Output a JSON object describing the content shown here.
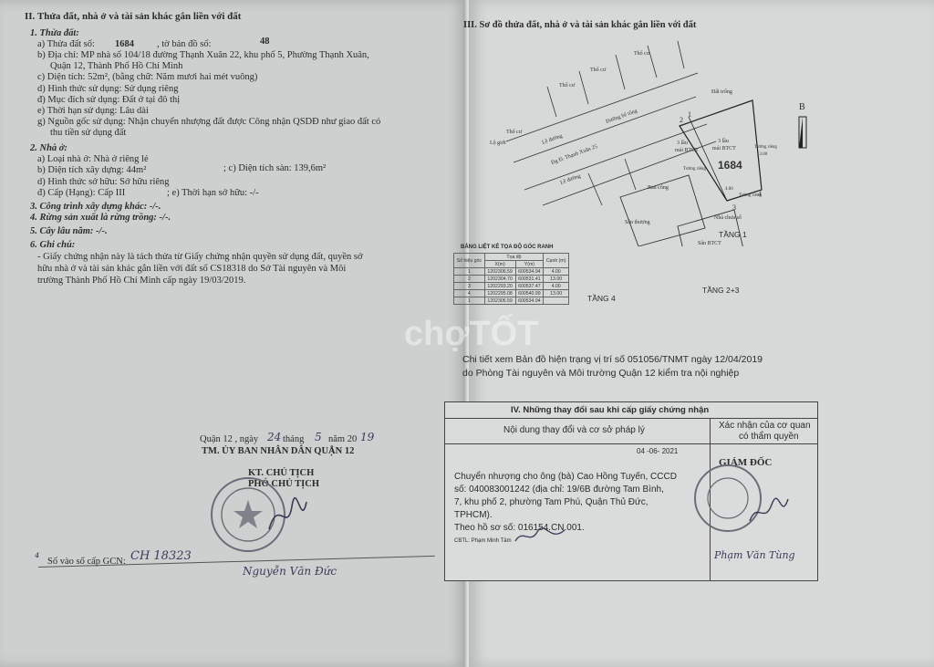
{
  "left": {
    "section2_title": "II. Thửa đất, nhà ở và tài sản khác gắn liền với đất",
    "land_header": "1. Thửa đất:",
    "land_a_label": "a) Thửa đất số:",
    "land_a_value": "1684",
    "land_a_sheet_label": ", tờ bản đồ số:",
    "land_a_sheet_value": "48",
    "land_b1": "b) Địa chỉ:  MP nhà số 104/18 đường Thạnh Xuân 22, khu phố 5, Phường Thạnh Xuân,",
    "land_b2": "Quận 12, Thành Phố Hồ Chí Minh",
    "land_c": "c) Diện tích:          52m², (bằng chữ: Năm mươi hai mét vuông)",
    "land_d": "d) Hình thức sử dụng:   Sử dụng riêng",
    "land_e": "đ) Mục đích sử dụng:    Đất ở tại đô thị",
    "land_f": "e) Thời hạn sử dụng:    Lâu dài",
    "land_g1": "g) Nguồn gốc sử dụng:  Nhận chuyển nhượng đất được Công nhận QSDĐ như giao đất có",
    "land_g2": "thu tiền sử dụng đất",
    "house_header": "2. Nhà ở:",
    "house_a": "a) Loại nhà ở:           Nhà ở riêng lẻ",
    "house_b": "b) Diện tích xây dựng:   44m²",
    "house_c": "; c) Diện tích sàn:   139,6m²",
    "house_d": "d) Hình thức sở hữu:     Sở hữu riêng",
    "house_e": "đ) Cấp (Hạng):  Cấp III",
    "house_f": "; e) Thời hạn sở hữu:    -/-",
    "other_construction": "3. Công trình xây dựng khác: -/-.",
    "forest": "4. Rừng sản xuất là rừng trồng: -/-.",
    "perennial": "5. Cây lâu năm:  -/-.",
    "note_header": "6. Ghi chú:",
    "note1": "- Giấy chứng nhận này là tách thửa từ Giấy chứng nhận quyền sử dụng đất, quyền sở",
    "note2": "hữu nhà ở và tài sản khác gắn liền với đất số CS18318 do Sở Tài nguyên và Môi",
    "note3": "trường Thành Phố Hồ Chí Minh cấp ngày 19/03/2019.",
    "date_prefix": "Quận 12 ,  ngày",
    "date_day": "24",
    "date_month_label": "tháng",
    "date_month": "5",
    "date_year_label": "năm 20",
    "date_year": "19",
    "org": "TM. ỦY BAN NHÂN DÂN QUẬN 12",
    "role1": "KT. CHỦ TỊCH",
    "role2": "PHÓ CHỦ TỊCH",
    "signer": "Nguyễn Văn Đức",
    "registry_label": "Số vào sổ cấp GCN:",
    "registry_value": "CH 18323"
  },
  "right": {
    "section3_title": "III. Sơ đồ thửa đất, nhà ở và tài sản khác gắn liền với đất",
    "compass": "B",
    "parcel_number": "1684",
    "floor1": "TẦNG 1",
    "floor23": "TẦNG 2+3",
    "floor4": "TẦNG 4",
    "map_labels": {
      "tho_cu": "Thổ cư",
      "lo_gioi": "Lộ giới",
      "le_duong": "Lề đường",
      "duong_be_tong": "Đường bê tông",
      "street": "Đg Đ. Thạnh Xuân 25",
      "dat_trong": "Đất trống",
      "three_floors": "3 lầu",
      "roof": "mái BTCT",
      "ban_cong": "Ban công",
      "san_thuong": "Sân thượng",
      "san_btct": "Sân BTCT",
      "tuong_rieng": "Tường riêng",
      "nha_chua_so": "Nhà chưa số",
      "dim_400": "4.00",
      "dim_1300": "13.00",
      "pt1": "1",
      "pt2": "2",
      "pt3": "3",
      "pt4": "4"
    },
    "table_title": "BẢNG LIỆT KÊ TỌA ĐỘ GÓC RANH",
    "table_headers": [
      "Số hiệu góc",
      "X(m)",
      "Y(m)",
      "Cạnh (m)"
    ],
    "table_group": "Tọa độ",
    "table_rows": [
      [
        "1",
        "1202306.59",
        "600534.94",
        "4.00"
      ],
      [
        "2",
        "1202304.70",
        "600531.41",
        "13.00"
      ],
      [
        "3",
        "1202293.20",
        "600537.47",
        "4.00"
      ],
      [
        "4",
        "1202295.08",
        "600540.99",
        "13.00"
      ],
      [
        "1",
        "1202306.59",
        "600534.94",
        ""
      ]
    ],
    "detail1": "Chi tiết xem Bản đồ hiện trạng vị trí số 051056/TNMT ngày 12/04/2019",
    "detail2": "do Phòng Tài nguyên và Môi trường Quận 12 kiểm tra nội nghiệp",
    "changes_title": "IV. Những thay đổi sau khi cấp giấy chứng nhận",
    "col1": "Nội dung thay đổi và cơ sở pháp lý",
    "col2a": "Xác nhận của cơ quan",
    "col2b": "có thẩm quyền",
    "stamp_date": "04 -06- 2021",
    "director": "GIÁM ĐỐC",
    "change1": "Chuyển nhượng cho ông (bà) Cao Hồng Tuyến, CCCD",
    "change2": "số: 040083001242 (địa chỉ: 19/6B đường Tam Bình,",
    "change3": "7, khu phố 2, phường Tam Phú, Quận Thủ Đức,",
    "change4": "TPHCM).",
    "change5": "Theo hồ sơ số: 016154.CN.001.",
    "clerk": "CBTL: Phạm Minh Tâm",
    "director_name": "Phạm Văn Tùng",
    "watermark": "chợTỐT"
  }
}
